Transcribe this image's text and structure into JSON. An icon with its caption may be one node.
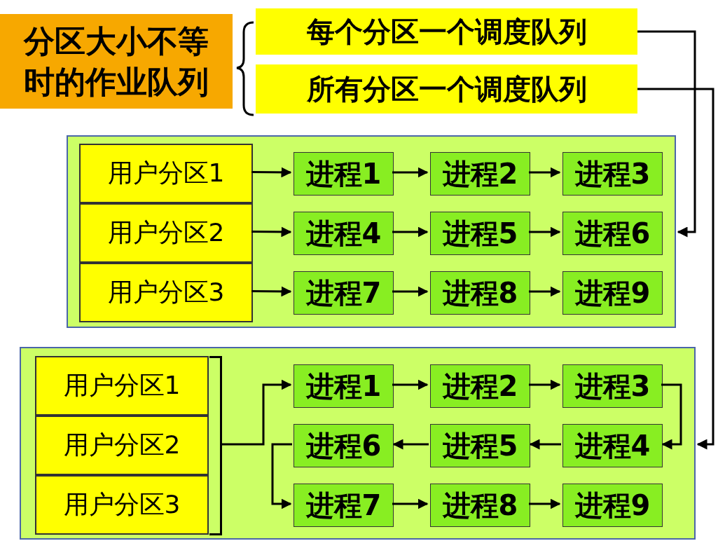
{
  "diagram": {
    "nodes": [
      {
        "text": [
          "分区大小不等时的作业队列"
        ]
      },
      {
        "text": [
          "每个分区一个调度队列"
        ]
      },
      {
        "text": [
          "所有分区一个调度队列"
        ]
      },
      {
        "text": [],
        "shape": "box"
      },
      {
        "text": [
          "用户分区1"
        ],
        "in": 3
      },
      {
        "text": [
          "用户分区2"
        ],
        "in": 3
      },
      {
        "text": [
          "用户分区3"
        ],
        "in": 3
      },
      {
        "text": [
          "进程1"
        ],
        "in": 3
      },
      {
        "text": [
          "进程2"
        ],
        "in": 3
      },
      {
        "text": [
          "进程3"
        ],
        "in": 3
      },
      {
        "text": [
          "进程4"
        ],
        "in": 3
      },
      {
        "text": [
          "进程5"
        ],
        "in": 3
      },
      {
        "text": [
          "进程6"
        ],
        "in": 3
      },
      {
        "text": [
          "进程7"
        ],
        "in": 3
      },
      {
        "text": [
          "进程8"
        ],
        "in": 3
      },
      {
        "text": [
          "进程9"
        ],
        "in": 3
      },
      {
        "text": [],
        "shape": "box"
      },
      {
        "text": [
          "用户分区1"
        ],
        "in": 16
      },
      {
        "text": [
          "用户分区2"
        ],
        "in": 16
      },
      {
        "text": [
          "用户分区3"
        ],
        "in": 16
      },
      {
        "text": [
          "进程1"
        ],
        "in": 16
      },
      {
        "text": [
          "进程2"
        ],
        "in": 16
      },
      {
        "text": [
          "进程3"
        ],
        "in": 16
      },
      {
        "text": [
          "进程4"
        ],
        "in": 16
      },
      {
        "text": [
          "进程5"
        ],
        "in": 16
      },
      {
        "text": [
          "进程6"
        ],
        "in": 16
      },
      {
        "text": [
          "进程7"
        ],
        "in": 16
      },
      {
        "text": [
          "进程8"
        ],
        "in": 16
      },
      {
        "text": [
          "进程9"
        ],
        "in": 16
      },
      {
        "text": [],
        "shape": "bracket",
        "in": 16
      }
    ],
    "edges": [
      {
        "from": 1,
        "to": 3,
        "arrow": "to"
      },
      {
        "from": 2,
        "to": 16,
        "arrow": "to"
      },
      {
        "from": 4,
        "to": 7,
        "arrow": "to"
      },
      {
        "from": 7,
        "to": 8,
        "arrow": "to"
      },
      {
        "from": 8,
        "to": 9,
        "arrow": "to"
      },
      {
        "from": 5,
        "to": 10,
        "arrow": "to"
      },
      {
        "from": 10,
        "to": 11,
        "arrow": "to"
      },
      {
        "from": 11,
        "to": 12,
        "arrow": "to"
      },
      {
        "from": 6,
        "to": 13,
        "arrow": "to"
      },
      {
        "from": 13,
        "to": 14,
        "arrow": "to"
      },
      {
        "from": 14,
        "to": 15,
        "arrow": "to"
      },
      {
        "from": 29,
        "to": 20,
        "arrow": "to"
      },
      {
        "from": 20,
        "to": 21,
        "arrow": "to"
      },
      {
        "from": 21,
        "to": 22,
        "arrow": "to"
      },
      {
        "from": 22,
        "to": 23,
        "arrow": "to"
      },
      {
        "from": 23,
        "to": 24,
        "arrow": "to"
      },
      {
        "from": 24,
        "to": 25,
        "arrow": "to"
      },
      {
        "from": 25,
        "to": 26,
        "arrow": "to"
      },
      {
        "from": 26,
        "to": 27,
        "arrow": "to"
      },
      {
        "from": 27,
        "to": 28,
        "arrow": "to"
      }
    ]
  }
}
